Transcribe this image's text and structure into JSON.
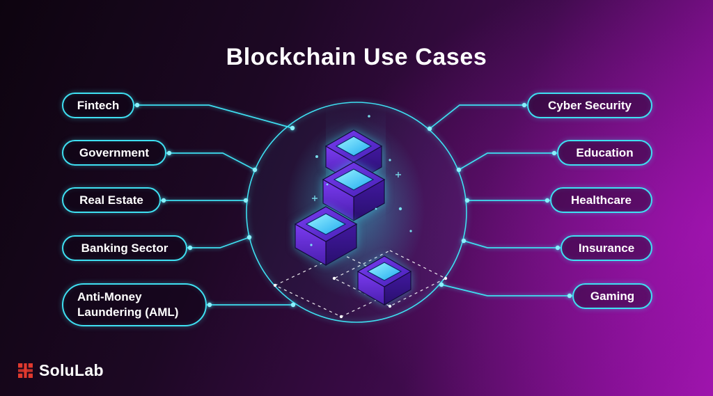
{
  "title": "Blockchain Use Cases",
  "left_items": [
    "Fintech",
    "Government",
    "Real Estate",
    "Banking Sector",
    "Anti-Money Laundering (AML)"
  ],
  "right_items": [
    "Cyber Security",
    "Education",
    "Healthcare",
    "Insurance",
    "Gaming"
  ],
  "logo": {
    "text": "SoluLab"
  },
  "icons": {
    "center": "blockchain-cubes-icon",
    "logo": "solulab-logo-icon"
  },
  "colors": {
    "accent_cyan": "#3fe0f2",
    "background_dark": "#0d040f",
    "background_magenta": "#9a14a8",
    "text": "#ffffff",
    "logo_red": "#e0392e",
    "cube_purple": "#6d2fe0",
    "cube_top_cyan": "#5fd9f7"
  }
}
